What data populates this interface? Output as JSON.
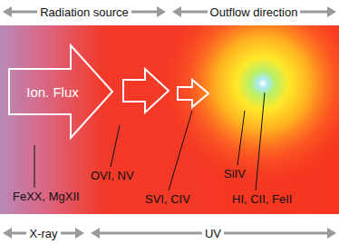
{
  "diagram": {
    "nodes": [
      {
        "text": [
          "Ion. Flux"
        ]
      }
    ],
    "labels": [
      "Radiation source",
      "Outflow direction",
      "FeXX, MgXII",
      "OVI, NV",
      "SVI, CIV",
      "SiIV",
      "HI, CII, FeII",
      "X-ray",
      "UV"
    ]
  }
}
